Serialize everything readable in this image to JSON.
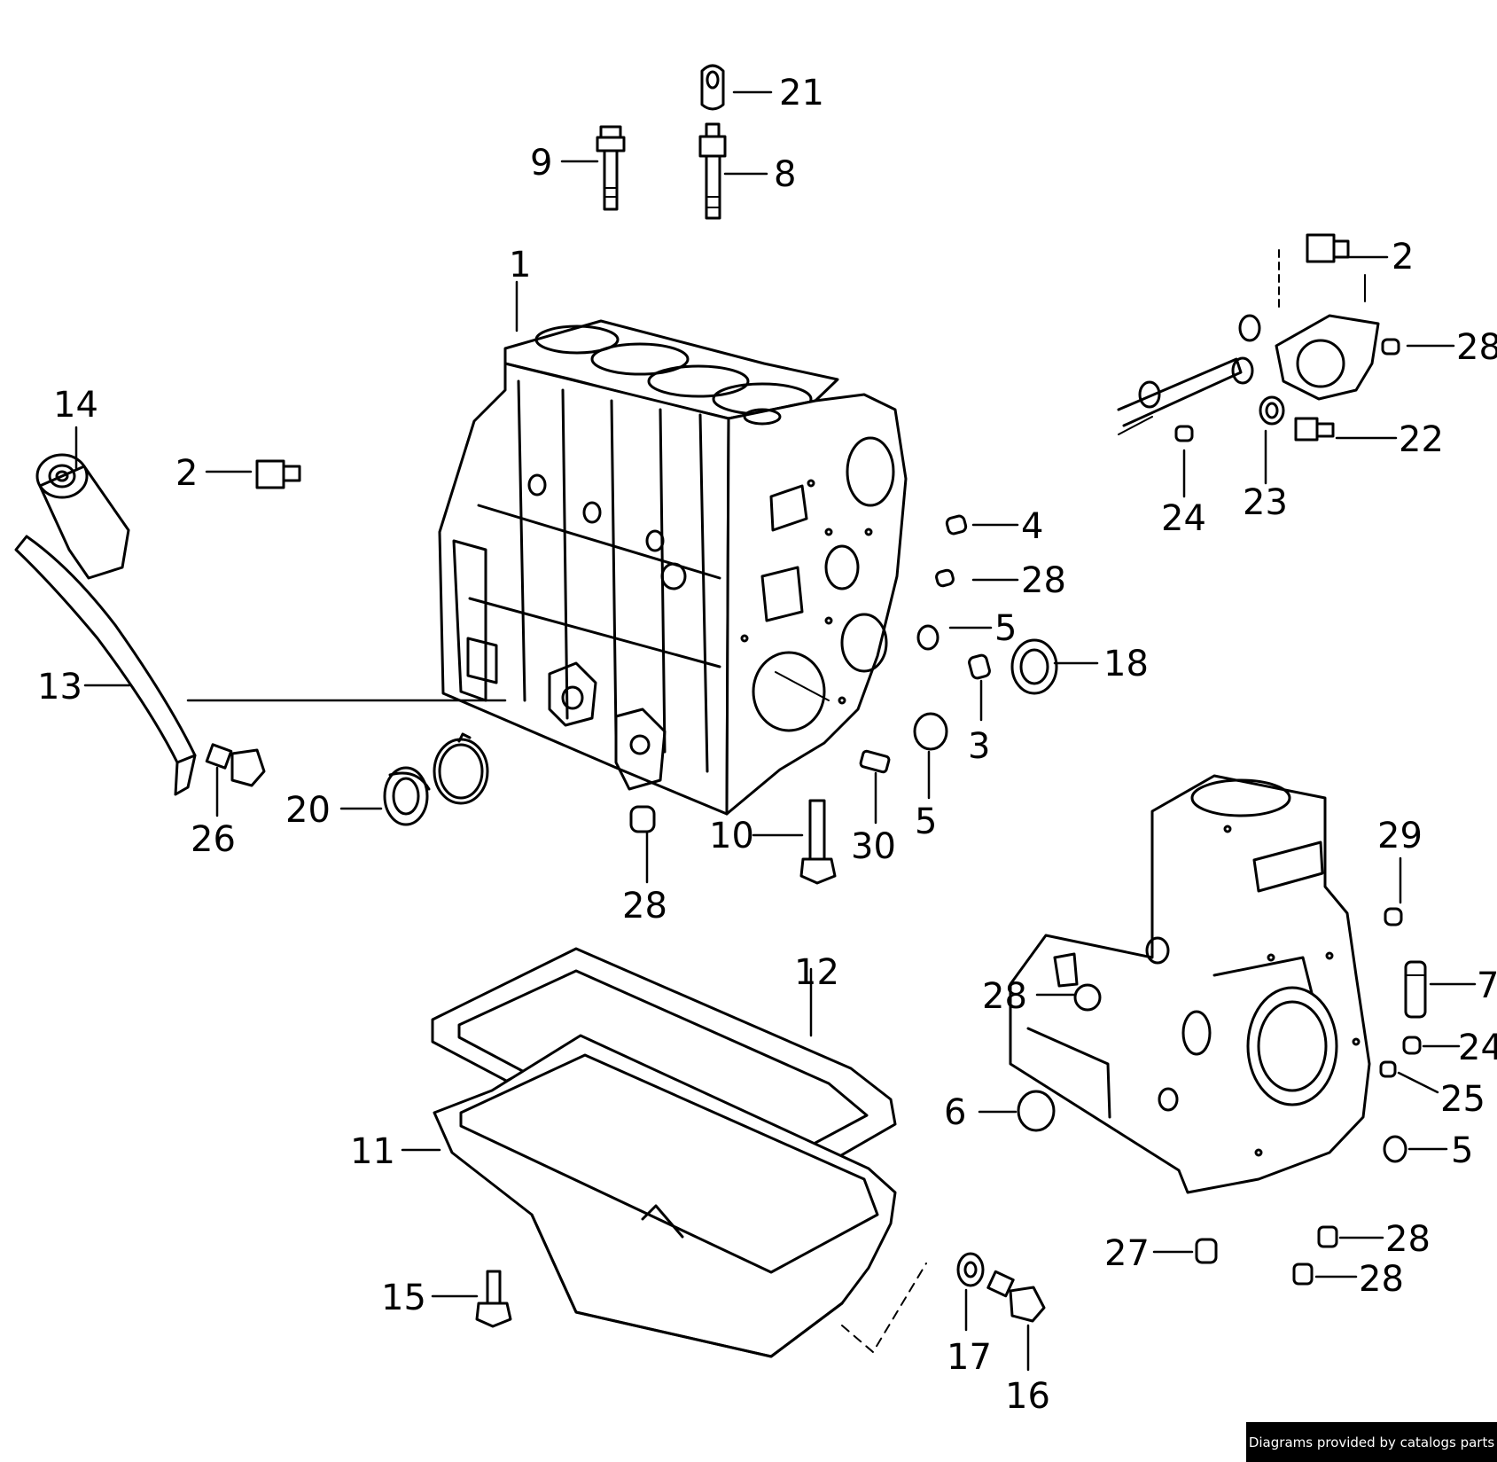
{
  "credit": "Diagrams provided by catalogs parts",
  "callouts": {
    "c1": "1",
    "c2a": "2",
    "c2b": "2",
    "c3": "3",
    "c4": "4",
    "c5a": "5",
    "c5b": "5",
    "c5c": "5",
    "c6": "6",
    "c7": "7",
    "c8": "8",
    "c9": "9",
    "c10": "10",
    "c11": "11",
    "c12": "12",
    "c13": "13",
    "c14": "14",
    "c15": "15",
    "c16": "16",
    "c17": "17",
    "c18": "18",
    "c20": "20",
    "c21": "21",
    "c22": "22",
    "c23": "23",
    "c24a": "24",
    "c24b": "24",
    "c25": "25",
    "c26": "26",
    "c27": "27",
    "c28a": "28",
    "c28b": "28",
    "c28c": "28",
    "c28d": "28",
    "c28e": "28",
    "c28f": "28",
    "c29": "29",
    "c30": "30"
  }
}
